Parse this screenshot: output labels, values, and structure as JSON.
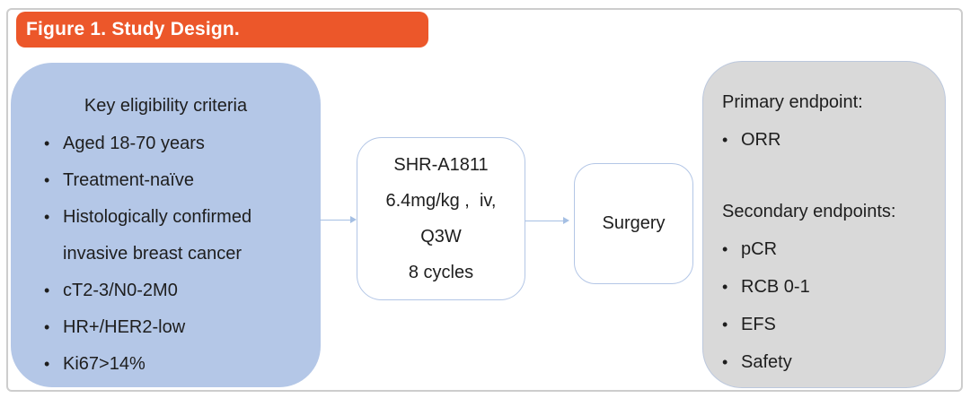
{
  "figure": {
    "title": "Figure 1. Study Design."
  },
  "colors": {
    "banner_orange": "#EC572A",
    "eligibility_blue": "#B4C7E7",
    "endpoints_gray": "#D9D9D9",
    "connector_blue": "#a5bfe3",
    "frame_gray": "#cdcdcd"
  },
  "eligibility": {
    "heading": "Key eligibility criteria",
    "items": [
      "Aged 18-70 years",
      "Treatment-naïve",
      "Histologically confirmed invasive breast cancer",
      "cT2-3/N0-2M0",
      "HR+/HER2-low",
      "Ki67>14%"
    ]
  },
  "treatment": {
    "lines": [
      "SHR-A1811",
      "6.4mg/kg ,  iv,",
      "Q3W",
      "8 cycles"
    ]
  },
  "surgery": {
    "label": "Surgery"
  },
  "endpoints": {
    "primary_heading": "Primary endpoint:",
    "primary_items": [
      "ORR"
    ],
    "secondary_heading": "Secondary endpoints:",
    "secondary_items": [
      "pCR",
      "RCB 0-1",
      "EFS",
      "Safety"
    ]
  }
}
